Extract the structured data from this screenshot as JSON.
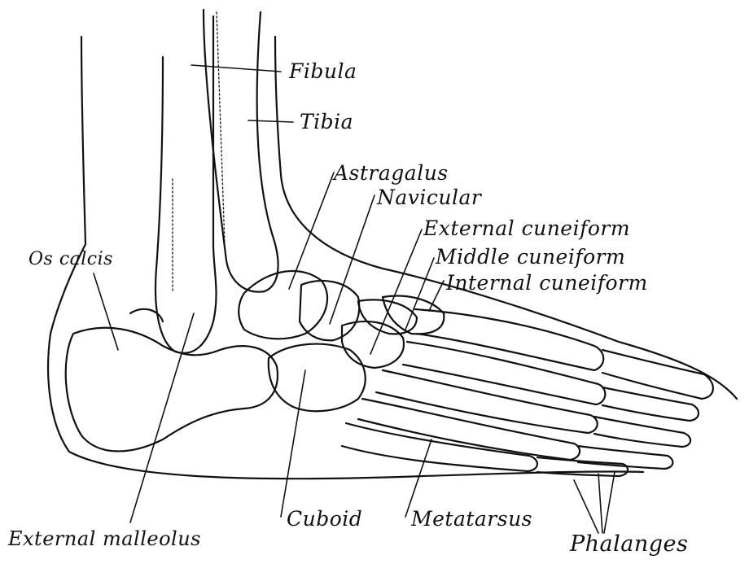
{
  "labels": {
    "fibula": "Fibula",
    "tibia": "Tibia",
    "astragalus": "Astragalus",
    "navicular": "Navicular",
    "external_cuneiform": "External cuneiform",
    "middle_cuneiform": "Middle cuneiform",
    "internal_cuneiform": "Internal cuneiform",
    "os_calcis": "Os calcis",
    "cuboid": "Cuboid",
    "metatarsus": "Metatarsus",
    "phalanges": "Phalanges",
    "external_malleolus": "External malleolus"
  },
  "colors": {
    "ink": "#111111",
    "background": "#ffffff"
  }
}
